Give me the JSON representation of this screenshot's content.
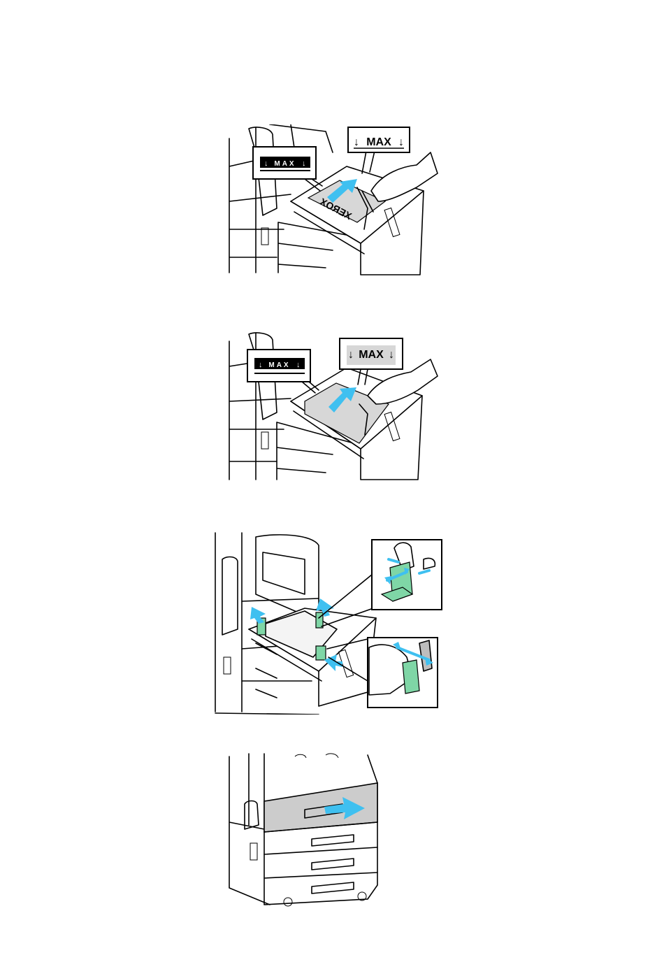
{
  "steps": [
    {
      "id": "step-1",
      "callout_left": "MAX",
      "callout_right": "MAX",
      "paper_brand": "XEROX"
    },
    {
      "id": "step-2",
      "callout_left": "MAX",
      "callout_right": "MAX"
    },
    {
      "id": "step-3"
    },
    {
      "id": "step-4"
    }
  ],
  "colors": {
    "arrow": "#3fc0f0",
    "guide": "#7fd6a6",
    "paper": "#d7d7d7",
    "tray_highlight": "#cccccc"
  }
}
